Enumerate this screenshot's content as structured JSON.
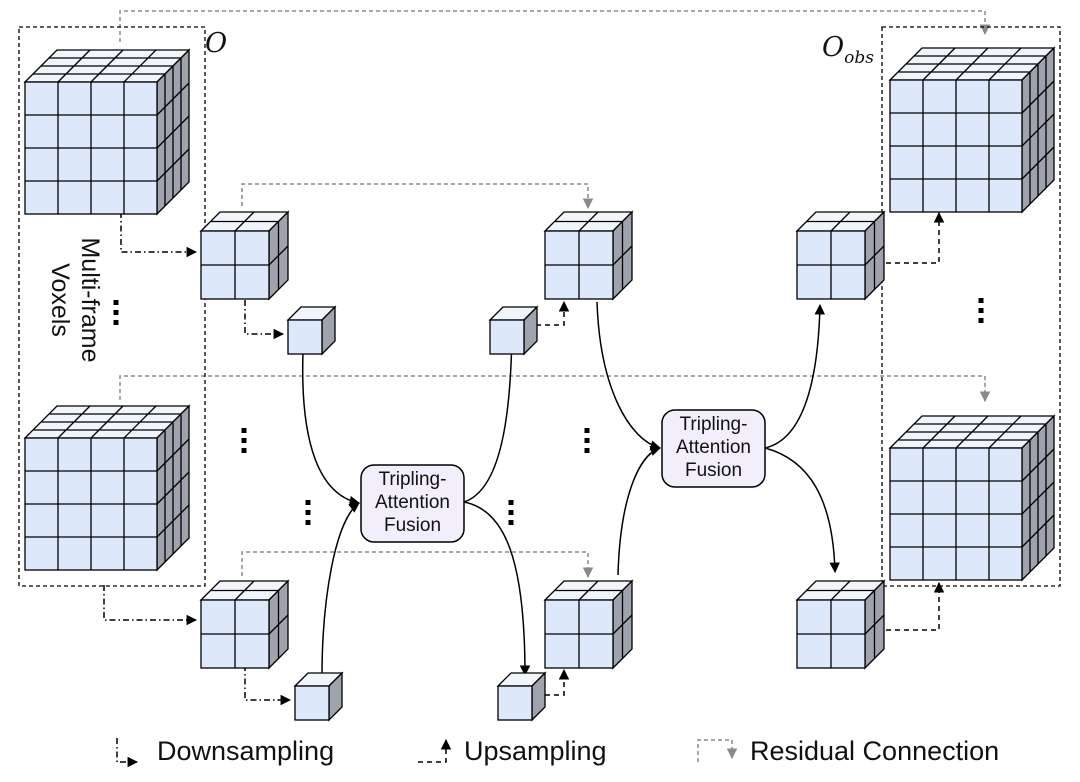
{
  "labels": {
    "input_symbol": "O",
    "output_symbol": "O",
    "output_subscript": "obs",
    "multiframe_line1": "Multi-frame",
    "multiframe_line2": "Voxels"
  },
  "fusion_blocks": [
    {
      "line1": "Tripling-",
      "line2": "Attention",
      "line3": "Fusion"
    },
    {
      "line1": "Tripling-",
      "line2": "Attention",
      "line3": "Fusion"
    }
  ],
  "legend": {
    "downsampling": "Downsampling",
    "upsampling": "Upsampling",
    "residual": "Residual Connection"
  },
  "colors": {
    "cube_front": "#dde9fb",
    "cube_top": "#f1f5fc",
    "cube_side": "#9ea3ae",
    "fusion_fill": "#f3eefc",
    "residual_line": "#8a8a8a"
  }
}
